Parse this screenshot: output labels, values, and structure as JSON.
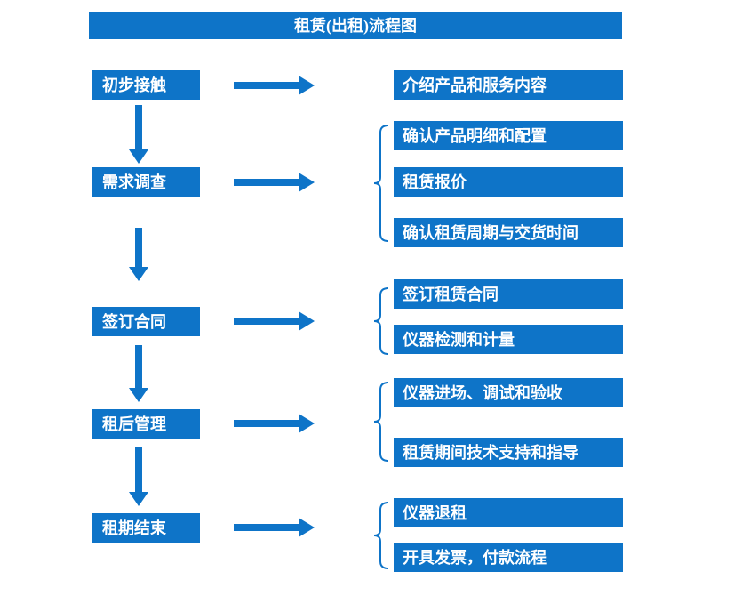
{
  "title": "租赁(出租)流程图",
  "colors": {
    "primary": "#0e74c8",
    "text": "#ffffff",
    "background": "#ffffff"
  },
  "stages": [
    {
      "label": "初步接触",
      "details": [
        "介绍产品和服务内容"
      ]
    },
    {
      "label": "需求调查",
      "details": [
        "确认产品明细和配置",
        "租赁报价",
        "确认租赁周期与交货时间"
      ]
    },
    {
      "label": "签订合同",
      "details": [
        "签订租赁合同",
        "仪器检测和计量"
      ]
    },
    {
      "label": "租后管理",
      "details": [
        "仪器进场、调试和验收",
        "租赁期间技术支持和指导"
      ]
    },
    {
      "label": "租期结束",
      "details": [
        "仪器退租",
        "开具发票，付款流程"
      ]
    }
  ]
}
